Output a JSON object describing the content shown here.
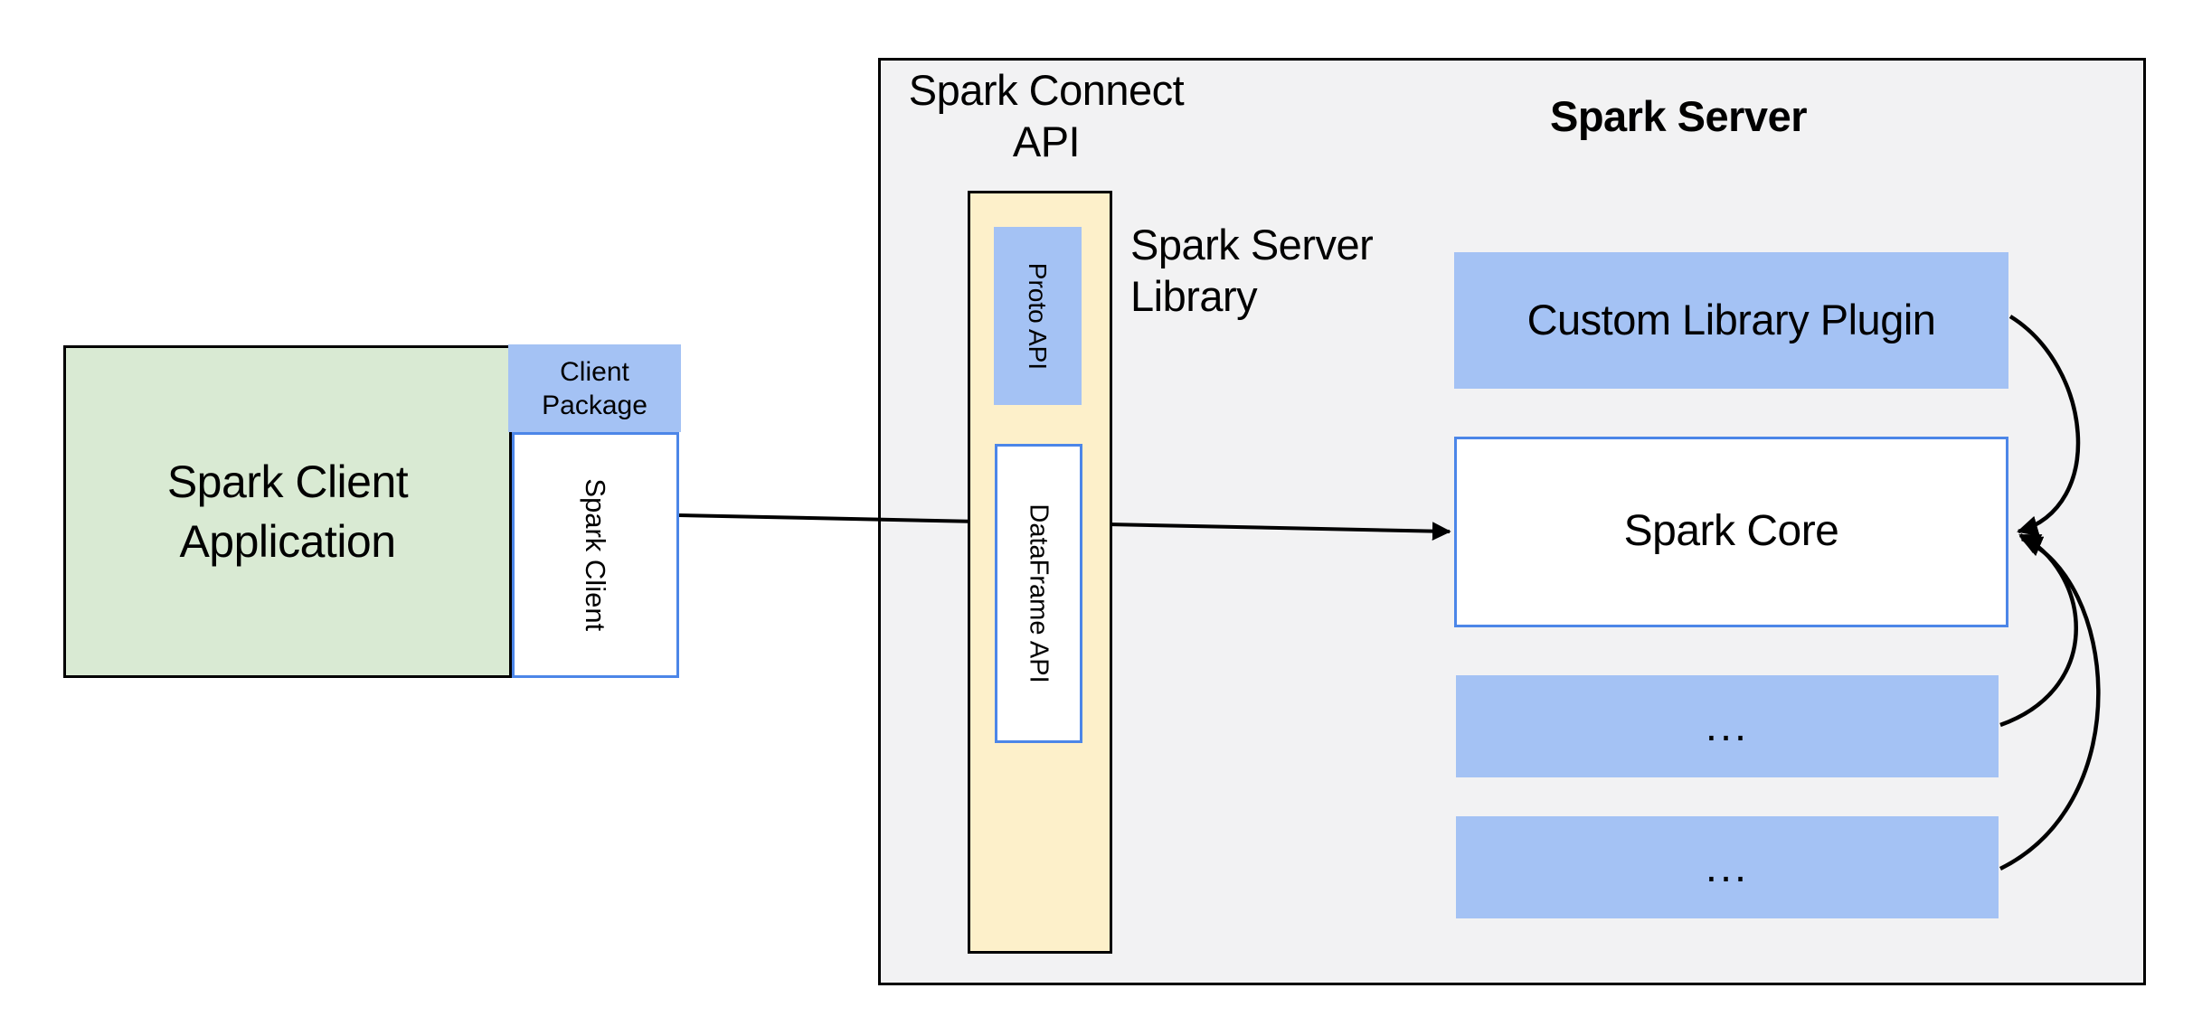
{
  "colors": {
    "blue-fill": "#a4c2f4",
    "blue-border": "#4c86e8",
    "green-fill": "#d9ead3",
    "yellow-fill": "#fdf0ca",
    "panel-fill": "#f2f2f3",
    "ink": "#000000",
    "bg": "#ffffff"
  },
  "client": {
    "application_label": "Spark Client\nApplication",
    "package_label": "Client\nPackage",
    "spark_client_label": "Spark Client"
  },
  "connect": {
    "api_label": "Spark Connect\nAPI",
    "proto_api_label": "Proto API",
    "dataframe_api_label": "DataFrame API"
  },
  "server": {
    "title": "Spark Server",
    "library_label": "Spark Server\nLibrary",
    "custom_plugin_label": "Custom Library Plugin",
    "core_label": "Spark Core",
    "plugin_slot_1_label": "...",
    "plugin_slot_2_label": "..."
  }
}
